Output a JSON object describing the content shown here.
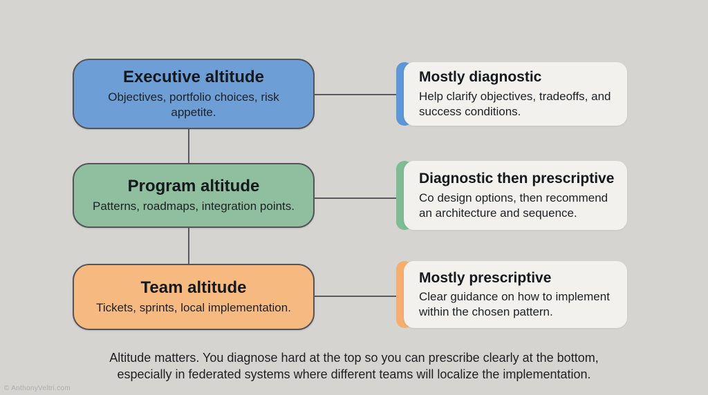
{
  "canvas": {
    "background": "#d6d4d1",
    "connector_color": "#5a5b5f"
  },
  "rows": [
    {
      "id": "executive",
      "box_color": "#6d9fd6",
      "accent_color": "#5d97d8",
      "left": {
        "title": "Executive altitude",
        "subtitle": "Objectives, portfolio choices, risk appetite."
      },
      "right": {
        "title": "Mostly diagnostic",
        "body": "Help clarify objectives, tradeoffs, and success conditions."
      }
    },
    {
      "id": "program",
      "box_color": "#8fbf9e",
      "accent_color": "#7fbb93",
      "left": {
        "title": "Program altitude",
        "subtitle": "Patterns, roadmaps, integration points."
      },
      "right": {
        "title": "Diagnostic then prescriptive",
        "body": "Co design options, then recommend an architecture and sequence."
      }
    },
    {
      "id": "team",
      "box_color": "#f6ba80",
      "accent_color": "#f5ae6e",
      "left": {
        "title": "Team altitude",
        "subtitle": "Tickets, sprints, local implementation."
      },
      "right": {
        "title": "Mostly prescriptive",
        "body": "Clear guidance on how to implement within the chosen pattern."
      }
    }
  ],
  "caption": {
    "line1": "Altitude matters. You diagnose hard at the top so you can prescribe clearly at the bottom,",
    "line2": "especially in federated systems where different teams will localize the implementation."
  },
  "watermark": "© AnthonyVeltri.com"
}
